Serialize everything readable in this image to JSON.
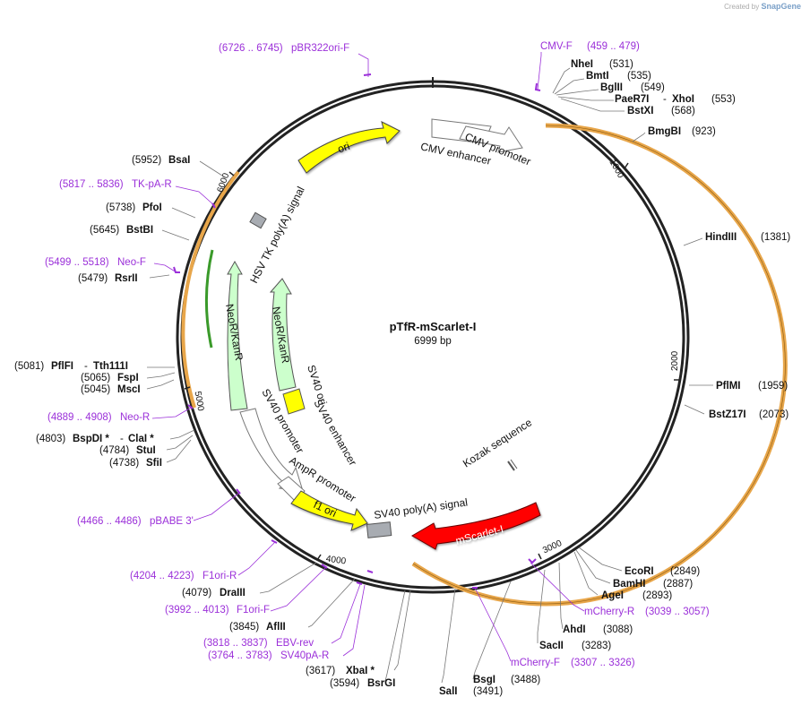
{
  "brand": {
    "created_by": "Created by",
    "app": "SnapGene"
  },
  "plasmid": {
    "name": "pTfR-mScarlet-I",
    "size": "6999 bp"
  },
  "ticks": [
    "1000",
    "2000",
    "3000",
    "4000",
    "5000",
    "6000"
  ],
  "sites": {
    "nhei": {
      "name": "NheI",
      "pos": "(531)"
    },
    "bmti": {
      "name": "BmtI",
      "pos": "(535)"
    },
    "bglii": {
      "name": "BglII",
      "pos": "(549)"
    },
    "paer7i": {
      "name": "PaeR7I",
      "sep": "-",
      "name2": "XhoI",
      "pos": "(553)"
    },
    "bstxi": {
      "name": "BstXI",
      "pos": "(568)"
    },
    "bmgbi": {
      "name": "BmgBI",
      "pos": "(923)"
    },
    "hindiii": {
      "name": "HindIII",
      "pos": "(1381)"
    },
    "pflmi": {
      "name": "PflMI",
      "pos": "(1959)"
    },
    "bstz17i": {
      "name": "BstZ17I",
      "pos": "(2073)"
    },
    "ecori": {
      "name": "EcoRI",
      "pos": "(2849)"
    },
    "bamhi": {
      "name": "BamHI",
      "pos": "(2887)"
    },
    "agei": {
      "name": "AgeI",
      "pos": "(2893)"
    },
    "ahdi": {
      "name": "AhdI",
      "pos": "(3088)"
    },
    "sacii": {
      "name": "SacII",
      "pos": "(3283)"
    },
    "bsgi": {
      "name": "BsgI",
      "pos": "(3488)"
    },
    "sali": {
      "name": "SalI",
      "pos": "(3491)"
    },
    "xbai": {
      "name": "XbaI *",
      "pos": "(3617)"
    },
    "bsrgi": {
      "name": "BsrGI",
      "pos": "(3594)"
    },
    "aflii": {
      "name": "AflII",
      "pos": "(3845)"
    },
    "draiii": {
      "name": "DraIII",
      "pos": "(4079)"
    },
    "sfii": {
      "name": "SfiI",
      "pos": "(4738)"
    },
    "stui": {
      "name": "StuI",
      "pos": "(4784)"
    },
    "bspdi": {
      "name": "BspDI *",
      "sep": "-",
      "name2": "ClaI *",
      "pos": "(4803)"
    },
    "msci": {
      "name": "MscI",
      "pos": "(5045)"
    },
    "fspi": {
      "name": "FspI",
      "pos": "(5065)"
    },
    "pflfi": {
      "name": "PflFI",
      "sep": "-",
      "name2": "Tth111I",
      "pos": "(5081)"
    },
    "rsrii": {
      "name": "RsrII",
      "pos": "(5479)"
    },
    "bstbi": {
      "name": "BstBI",
      "pos": "(5645)"
    },
    "pfoi": {
      "name": "PfoI",
      "pos": "(5738)"
    },
    "bsai": {
      "name": "BsaI",
      "pos": "(5952)"
    }
  },
  "primers": {
    "pbr322ori_f": {
      "range": "(6726 .. 6745)",
      "name": "pBR322ori-F"
    },
    "cmv_f": {
      "name": "CMV-F",
      "range": "(459 .. 479)"
    },
    "tk_pa_r": {
      "range": "(5817 .. 5836)",
      "name": "TK-pA-R"
    },
    "neo_f": {
      "range": "(5499 .. 5518)",
      "name": "Neo-F"
    },
    "neo_r": {
      "range": "(4889 .. 4908)",
      "name": "Neo-R"
    },
    "pbabe3": {
      "range": "(4466 .. 4486)",
      "name": "pBABE 3'"
    },
    "f1ori_r": {
      "range": "(4204 .. 4223)",
      "name": "F1ori-R"
    },
    "f1ori_f": {
      "range": "(3992 .. 4013)",
      "name": "F1ori-F"
    },
    "ebv_rev": {
      "range": "(3818 .. 3837)",
      "name": "EBV-rev"
    },
    "sv40pa_r": {
      "range": "(3764 .. 3783)",
      "name": "SV40pA-R"
    },
    "mcherry_r": {
      "name": "mCherry-R",
      "range": "(3039 .. 3057)"
    },
    "mcherry_f": {
      "name": "mCherry-F",
      "range": "(3307 .. 3326)"
    }
  },
  "features": {
    "cmv_enhancer": "CMV enhancer",
    "cmv_promoter": "CMV promoter",
    "ori": "ori",
    "hsv_tk_polya": "HSV TK poly(A) signal",
    "neor_kanr_outer": "NeoR/KanR",
    "neor_kanr_inner": "NeoR/KanR",
    "sv40_ori": "SV40 ori",
    "sv40_enhancer": "SV40 enhancer",
    "sv40_promoter": "SV40 promoter",
    "ampr_promoter": "AmpR promoter",
    "f1_ori": "f1 ori",
    "sv40_polya": "SV40 poly(A) signal",
    "mscarlet": "mScarlet-I",
    "kozak": "Kozak sequence"
  },
  "colors": {
    "backbone": "#222222",
    "ori": "#ffff00",
    "neo": "#ccffcc",
    "mscarlet": "#ff0000",
    "primer": "#9b30d9",
    "orange_arc": "#e8a64a"
  }
}
